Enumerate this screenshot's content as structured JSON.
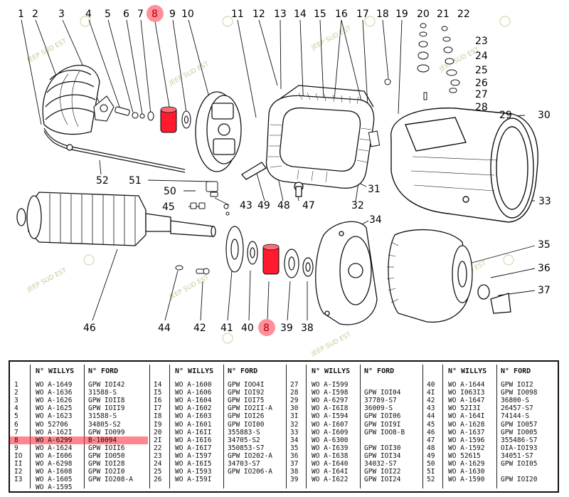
{
  "callouts": {
    "c1": "1",
    "c2": "2",
    "c3": "3",
    "c4": "4",
    "c5": "5",
    "c6": "6",
    "c7": "7",
    "c8a": "8",
    "c9": "9",
    "c10": "10",
    "c11": "11",
    "c12": "12",
    "c13": "13",
    "c14": "14",
    "c15": "15",
    "c16": "16",
    "c17": "17",
    "c18": "18",
    "c19": "19",
    "c20": "20",
    "c21": "21",
    "c22": "22",
    "c23": "23",
    "c24": "24",
    "c25": "25",
    "c26": "26",
    "c27": "27",
    "c28": "28",
    "c29": "29",
    "c30": "30",
    "c31": "31",
    "c32": "32",
    "c33": "33",
    "c34": "34",
    "c35": "35",
    "c36": "36",
    "c37": "37",
    "c38": "38",
    "c39": "39",
    "c40": "40",
    "c41": "41",
    "c8b": "8",
    "c42": "42",
    "c43": "43",
    "c44": "44",
    "c45": "45",
    "c46": "46",
    "c47": "47",
    "c48": "48",
    "c49": "49",
    "c50": "50",
    "c51": "51",
    "c52": "52"
  },
  "watermark": "JEEP SUD EST",
  "highlight_color": "#ff3344",
  "table": {
    "headers": {
      "num": "",
      "willys": "N° WILLYS",
      "ford": "N° FORD"
    },
    "groups": [
      {
        "rows": [
          {
            "n": "1",
            "w": "WO A-1649",
            "f": "GPW IOI42"
          },
          {
            "n": "2",
            "w": "WO A-1636",
            "f": "31588-S"
          },
          {
            "n": "3",
            "w": "WO A-1626",
            "f": "GPW IOII8"
          },
          {
            "n": "4",
            "w": "WO A-1625",
            "f": "GPW IOII9"
          },
          {
            "n": "5",
            "w": "WO A-1623",
            "f": "31588-S"
          },
          {
            "n": "6",
            "w": "WO 52706",
            "f": "34805-S2"
          },
          {
            "n": "7",
            "w": "WO A-162I",
            "f": "GPW IO099"
          },
          {
            "n": "8",
            "w": "WO A-6299",
            "f": "B-10094"
          },
          {
            "n": "9",
            "w": "WO A-1624",
            "f": "GPW IOII6"
          },
          {
            "n": "IO",
            "w": "WO A-I606",
            "f": "GPW IO050"
          },
          {
            "n": "II",
            "w": "WO A-6298",
            "f": "GPW IOI28"
          },
          {
            "n": "I2",
            "w": "WO A-I608",
            "f": "GPW IO2I0"
          },
          {
            "n": "I3",
            "w": "WO A-1605",
            "f": "GPW IO208-A"
          },
          {
            "n": "",
            "w": "WO A-1595",
            "f": ""
          }
        ]
      },
      {
        "rows": [
          {
            "n": "I4",
            "w": "WO A-1600",
            "f": "GPW IOO4I"
          },
          {
            "n": "I5",
            "w": "WO A-1606",
            "f": "GPW IOI92"
          },
          {
            "n": "I6",
            "w": "WO A-I604",
            "f": "GPW IOI75"
          },
          {
            "n": "I7",
            "w": "WO A-I602",
            "f": "GPW IO2II-A"
          },
          {
            "n": "I8",
            "w": "WO A-I603",
            "f": "GPW IOI26"
          },
          {
            "n": "I9",
            "w": "WO A-I601",
            "f": "GPW IOI00"
          },
          {
            "n": "20",
            "w": "WO A-I6II",
            "f": "355883-S"
          },
          {
            "n": "2I",
            "w": "WO A-I6I6",
            "f": "34705-S2"
          },
          {
            "n": "22",
            "w": "WO A-I6I7",
            "f": "350853-S7"
          },
          {
            "n": "23",
            "w": "WO A-I597",
            "f": "GPW IO202-A"
          },
          {
            "n": "24",
            "w": "WO A-I6I5",
            "f": "34703-S7"
          },
          {
            "n": "25",
            "w": "WO A-I593",
            "f": "GPW IO206-A"
          },
          {
            "n": "26",
            "w": "WO A-I59I",
            "f": ""
          }
        ]
      },
      {
        "rows": [
          {
            "n": "27",
            "w": "WO A-I599",
            "f": ""
          },
          {
            "n": "28",
            "w": "WO A-I598",
            "f": "GPW IOI04"
          },
          {
            "n": "29",
            "w": "WO A-6297",
            "f": "37789-S7"
          },
          {
            "n": "30",
            "w": "WO A-I6I8",
            "f": "36009-S"
          },
          {
            "n": "3I",
            "w": "WO A-I594",
            "f": "GPW IOI06"
          },
          {
            "n": "32",
            "w": "WO A-I607",
            "f": "GPW IOI9I"
          },
          {
            "n": "33",
            "w": "WO A-I609",
            "f": "GPW IOO8-B"
          },
          {
            "n": "34",
            "w": "WO A-6300",
            "f": ""
          },
          {
            "n": "35",
            "w": "WO A-I639",
            "f": "GPW IOI30"
          },
          {
            "n": "36",
            "w": "WO A-I638",
            "f": "GPW IOI34"
          },
          {
            "n": "37",
            "w": "WO A-I640",
            "f": "34032-S7"
          },
          {
            "n": "38",
            "w": "WO A-I64I",
            "f": "GPW IOI22"
          },
          {
            "n": "39",
            "w": "WO A-I622",
            "f": "GPW IOI24"
          }
        ]
      },
      {
        "rows": [
          {
            "n": "40",
            "w": "WO A-1644",
            "f": "GPW IOI2"
          },
          {
            "n": "4I",
            "w": "WO I063I3",
            "f": "GPW IO098"
          },
          {
            "n": "42",
            "w": "WO A-1647",
            "f": "36800-S"
          },
          {
            "n": "43",
            "w": "WO 52I3I",
            "f": "26457-S7"
          },
          {
            "n": "44",
            "w": "WO A-164I",
            "f": "74144-S"
          },
          {
            "n": "45",
            "w": "WO A-1628",
            "f": "GPW IO057"
          },
          {
            "n": "46",
            "w": "WO A-1637",
            "f": "GPW IO005"
          },
          {
            "n": "47",
            "w": "WO A-1596",
            "f": "355486-S7"
          },
          {
            "n": "48",
            "w": "WO A-1592",
            "f": "OIA-IOI93"
          },
          {
            "n": "49",
            "w": "WO 52615",
            "f": "34051-S7"
          },
          {
            "n": "50",
            "w": "WO A-1629",
            "f": "GPW IOI05"
          },
          {
            "n": "5I",
            "w": "WO A-1630",
            "f": ""
          },
          {
            "n": "52",
            "w": "WO A-1590",
            "f": "GPW IOI20"
          }
        ]
      }
    ]
  }
}
